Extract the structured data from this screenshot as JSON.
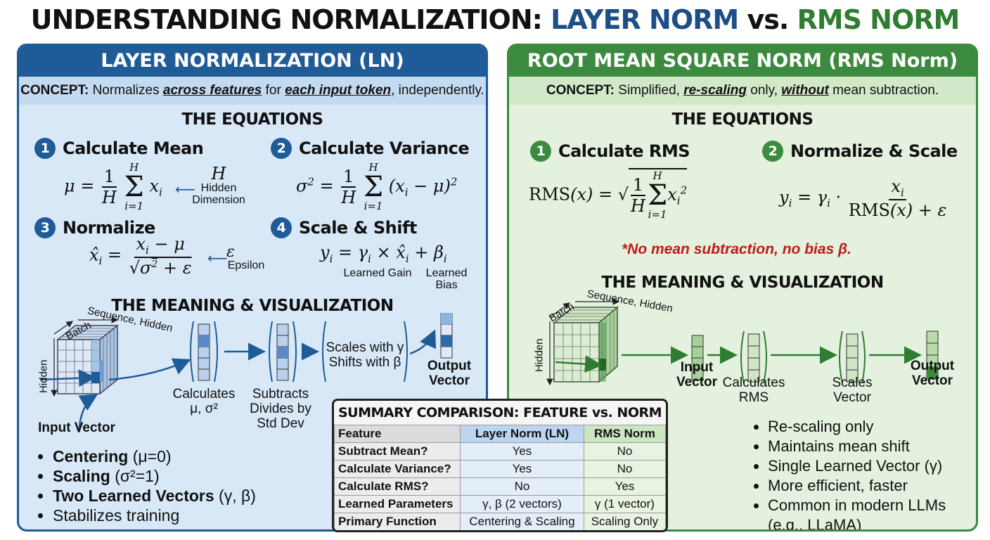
{
  "title": {
    "part1": "UNDERSTANDING NORMALIZATION:",
    "part2": "LAYER NORM",
    "part3": "vs.",
    "part4": "RMS NORM"
  },
  "ln": {
    "header": "LAYER NORMALIZATION (LN)",
    "concept": {
      "label": "CONCEPT:",
      "text1": "Normalizes",
      "em1": "across features",
      "text2": "for",
      "em2": "each input token",
      "text3": ", independently."
    },
    "equations_title": "THE EQUATIONS",
    "steps": [
      {
        "num": "1",
        "label": "Calculate Mean"
      },
      {
        "num": "2",
        "label": "Calculate Variance"
      },
      {
        "num": "3",
        "label": "Normalize"
      },
      {
        "num": "4",
        "label": "Scale & Shift"
      }
    ],
    "annotations": {
      "h_symbol": "H",
      "hidden_dimension": "Hidden Dimension",
      "epsilon_symbol": "ε",
      "epsilon": "Epsilon",
      "learned_gain": "Learned Gain",
      "learned_bias": "Learned Bias"
    },
    "meaning_title": "THE MEANING & VISUALIZATION",
    "viz": {
      "batch": "Batch",
      "sequence_hidden": "Sequence, Hidden",
      "hidden": "Hidden",
      "input_vector": "Input Vector",
      "calculates": "Calculates μ, σ²",
      "subtracts": "Subtracts Divides by Std Dev",
      "scales": "Scales with γ",
      "shifts": "Shifts with β",
      "output_vector": "Output Vector"
    },
    "bullets": [
      {
        "bold": "Centering",
        "rest": " (μ=0)"
      },
      {
        "bold": "Scaling",
        "rest": " (σ²=1)"
      },
      {
        "bold": "Two Learned Vectors",
        "rest": " (γ, β)"
      },
      {
        "bold": "",
        "rest": "Stabilizes training"
      }
    ]
  },
  "rms": {
    "header": "ROOT MEAN SQUARE NORM (RMS Norm)",
    "concept": {
      "label": "CONCEPT:",
      "text1": "Simplified,",
      "em1": "re-scaling",
      "text2": "only,",
      "em2": "without",
      "text3": "mean subtraction."
    },
    "equations_title": "THE EQUATIONS",
    "steps": [
      {
        "num": "1",
        "label": "Calculate RMS"
      },
      {
        "num": "2",
        "label": "Normalize & Scale"
      }
    ],
    "note": "*No mean subtraction, no bias β.",
    "meaning_title": "THE MEANING & VISUALIZATION",
    "viz": {
      "batch": "Batch",
      "sequence_hidden": "Sequence, Hidden",
      "hidden": "Hidden",
      "input_vector": "Input Vector",
      "calculates": "Calculates RMS",
      "scales": "Scales Vector",
      "output_vector": "Output Vector"
    },
    "bullets": [
      "Re-scaling only",
      "Maintains mean shift",
      "Single Learned Vector (γ)",
      "More efficient, faster",
      "Common in modern LLMs (e.g., LLaMA)"
    ]
  },
  "summary": {
    "title": "SUMMARY COMPARISON: FEATURE vs. NORM",
    "headers": [
      "Feature",
      "Layer Norm (LN)",
      "RMS Norm"
    ],
    "rows": [
      [
        "Subtract Mean?",
        "Yes",
        "No"
      ],
      [
        "Calculate Variance?",
        "Yes",
        "No"
      ],
      [
        "Calculate RMS?",
        "No",
        "Yes"
      ],
      [
        "Learned Parameters",
        "γ, β (2 vectors)",
        "γ (1 vector)"
      ],
      [
        "Primary Function",
        "Centering & Scaling",
        "Scaling Only"
      ]
    ]
  },
  "colors": {
    "ln_accent": "#1f5b96",
    "rms_accent": "#3c8a3f",
    "note_red": "#c21a1a"
  }
}
